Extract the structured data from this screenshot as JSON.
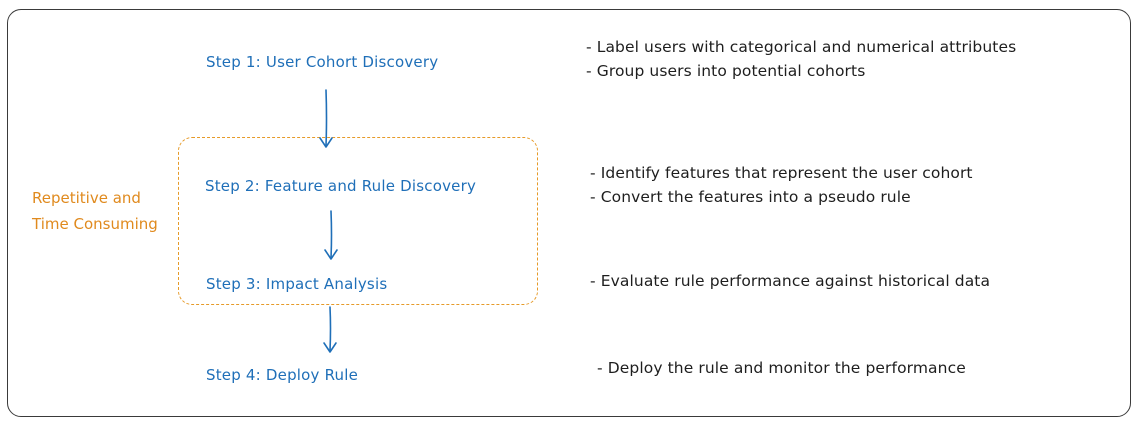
{
  "steps": [
    {
      "label": "Step 1: User Cohort Discovery"
    },
    {
      "label": "Step 2: Feature and Rule Discovery"
    },
    {
      "label": "Step 3: Impact Analysis"
    },
    {
      "label": "Step 4: Deploy Rule"
    }
  ],
  "descriptions": {
    "step1": [
      "- Label users with categorical and numerical attributes",
      "- Group users into potential cohorts"
    ],
    "step2": [
      "- Identify features that represent the user cohort",
      "- Convert the features into a pseudo rule"
    ],
    "step3": [
      "- Evaluate rule performance against historical data"
    ],
    "step4": [
      "- Deploy the rule and monitor the performance"
    ]
  },
  "loop": {
    "label_line1": "Repetitive and",
    "label_line2": "Time Consuming"
  },
  "colors": {
    "step_text": "#1f6fb8",
    "arrow": "#1f6fb8",
    "loop_accent": "#e69a28",
    "frame": "#3a3a3a"
  }
}
